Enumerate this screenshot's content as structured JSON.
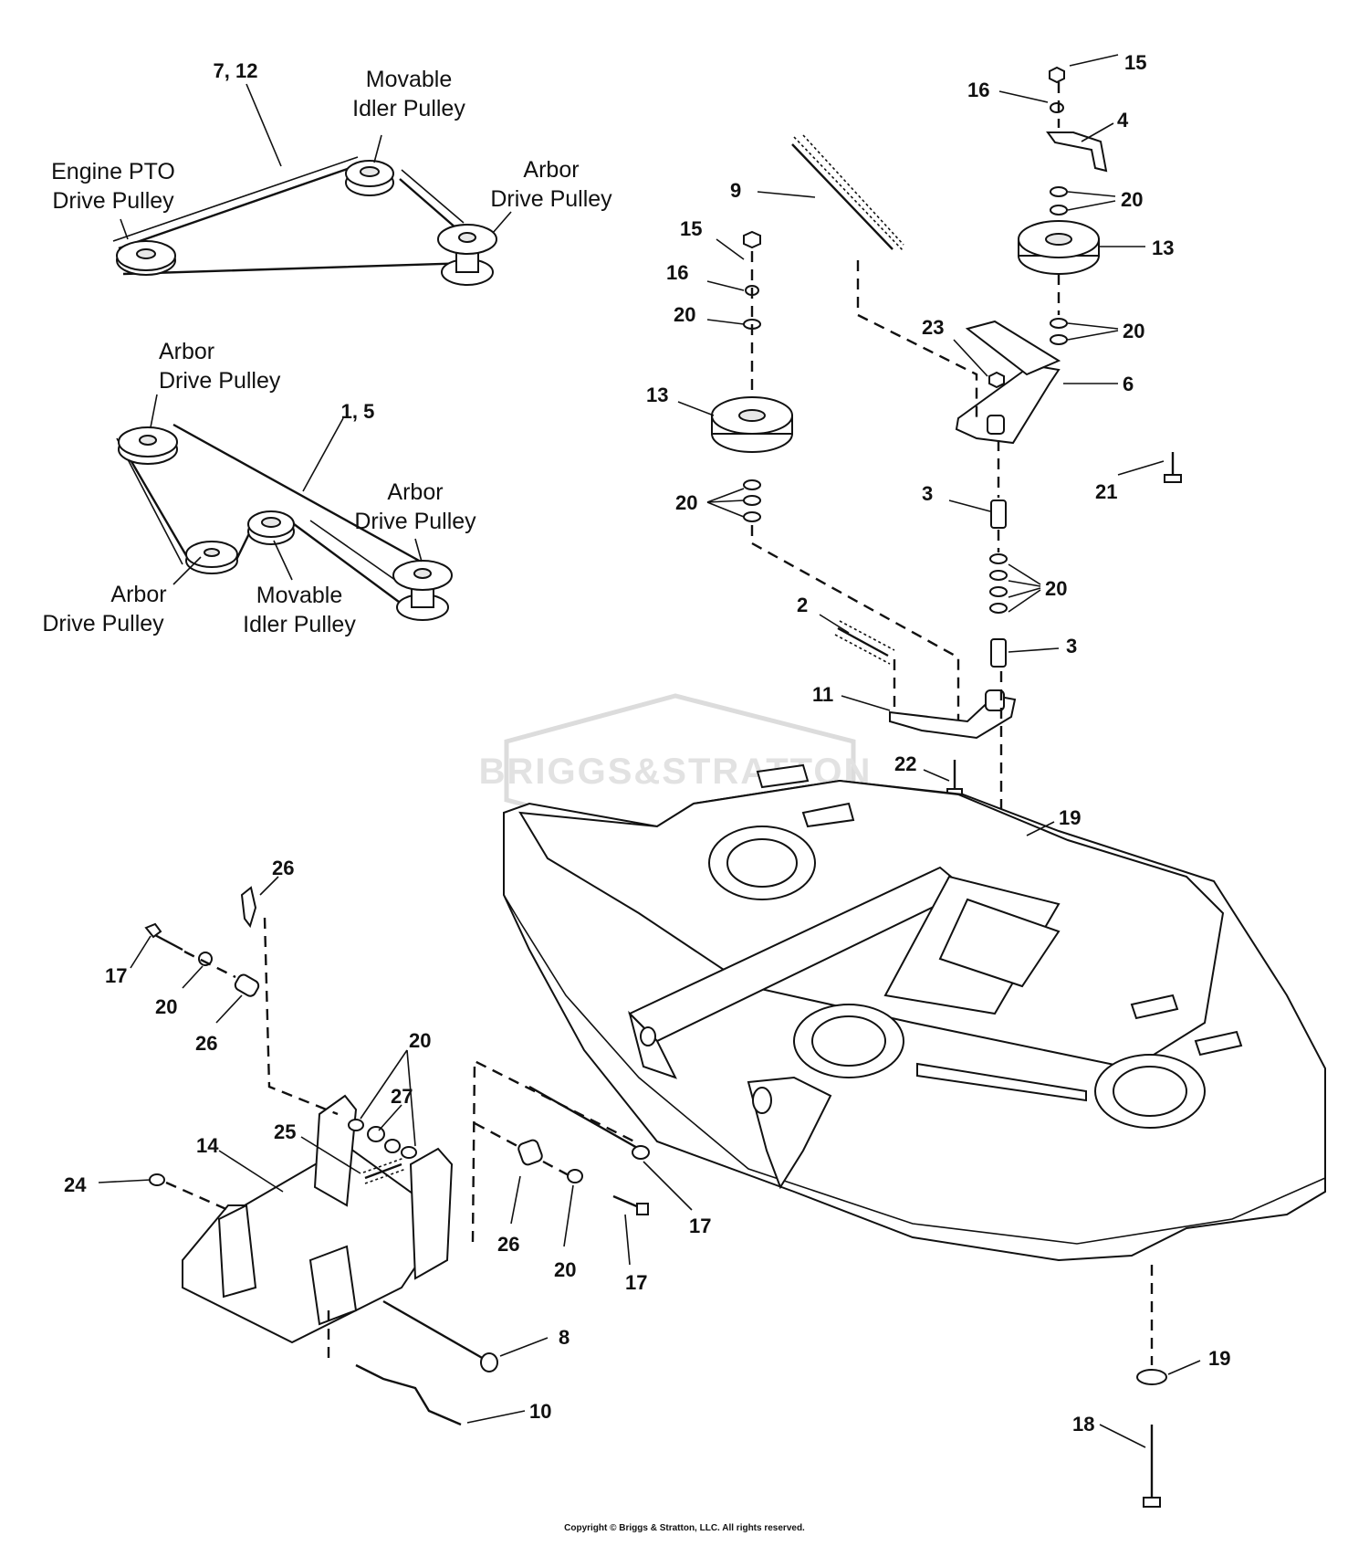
{
  "watermark": "BRIGGS&STRATTON",
  "copyright": "Copyright © Briggs & Stratton, LLC. All rights reserved.",
  "belt_diagram_1": {
    "belt_label": "7, 12",
    "movable_idler": [
      "Movable",
      "Idler Pulley"
    ],
    "engine_pto": [
      "Engine PTO",
      "Drive Pulley"
    ],
    "arbor": [
      "Arbor",
      "Drive Pulley"
    ]
  },
  "belt_diagram_2": {
    "belt_label": "1, 5",
    "arbor_top": [
      "Arbor",
      "Drive Pulley"
    ],
    "arbor_right": [
      "Arbor",
      "Drive Pulley"
    ],
    "arbor_left": [
      "Arbor",
      "Drive Pulley"
    ],
    "movable_idler": [
      "Movable",
      "Idler Pulley"
    ]
  },
  "callouts": [
    "15",
    "16",
    "4",
    "20",
    "13",
    "20",
    "6",
    "23",
    "9",
    "15",
    "16",
    "20",
    "13",
    "20",
    "3",
    "20",
    "3",
    "21",
    "2",
    "11",
    "22",
    "19",
    "26",
    "17",
    "20",
    "26",
    "20",
    "27",
    "25",
    "14",
    "24",
    "26",
    "20",
    "17",
    "17",
    "8",
    "10",
    "19",
    "18"
  ]
}
